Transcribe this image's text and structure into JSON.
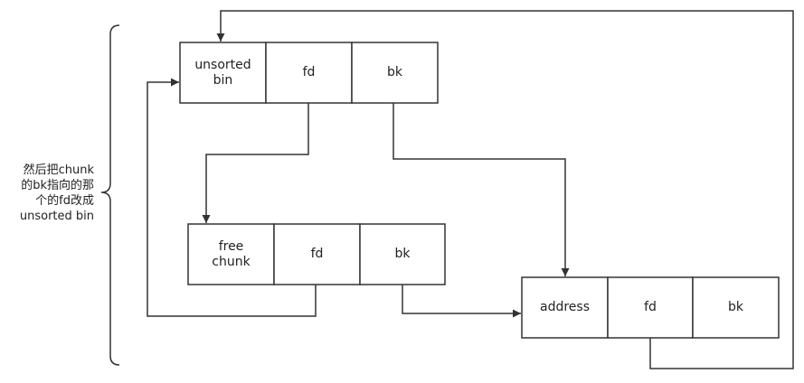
{
  "annotation": "然后把chunk\n的bk指向的那\n个的fd改成\nunsorted bin",
  "unsorted_bin": {
    "head": "unsorted\nbin",
    "fd": "fd",
    "bk": "bk"
  },
  "free_chunk": {
    "head": "free\nchunk",
    "fd": "fd",
    "bk": "bk"
  },
  "address_chunk": {
    "head": "address",
    "fd": "fd",
    "bk": "bk"
  },
  "colors": {
    "stroke": "#333333",
    "text": "#222222",
    "background": "#ffffff"
  }
}
